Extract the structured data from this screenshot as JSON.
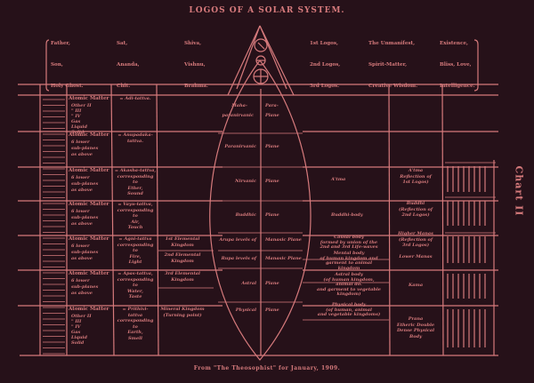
{
  "title": "LOGOS OF A SOLAR SYSTEM.",
  "chart_label": "Chart II",
  "footer": "From \"The Theosophist\" for January, 1909.",
  "trinity": {
    "christian": [
      "Father,",
      "Son,",
      "Holy Ghost."
    ],
    "vedanta": [
      "Sat,",
      "Ananda,",
      "Chit."
    ],
    "hindu": [
      "Shiva,",
      "Vishnu,",
      "Brahma."
    ],
    "logoi": [
      "1st Logos,",
      "2nd Logos,",
      "3rd Logos."
    ],
    "aspects": [
      "The Unmanifest,",
      "Spirit-Matter,",
      "Creative Wisdom."
    ],
    "qualities": [
      "Existence,",
      "Bliss, Love,",
      "Intelligence."
    ]
  },
  "rows": [
    {
      "matter": "Atomic Matter",
      "sub": [
        "Other II",
        "\" III",
        "\" IV",
        "Gas",
        "Liquid",
        "Solid"
      ],
      "tattva": [
        "= Adi-tattva."
      ],
      "kingdom": []
    },
    {
      "matter": "Atomic Matter",
      "sub": [
        "6 lower",
        "sub-planes",
        "as above"
      ],
      "tattva": [
        "= Anupadaka-",
        "tattva."
      ],
      "kingdom": []
    },
    {
      "matter": "Atomic Matter",
      "sub": [
        "6 lower",
        "sub-planes",
        "as above"
      ],
      "tattva": [
        "= Akasha-tattva,",
        "corresponding",
        "to",
        "Ether,",
        "Sound"
      ],
      "kingdom": []
    },
    {
      "matter": "Atomic Matter",
      "sub": [
        "6 lower",
        "sub-planes",
        "as above"
      ],
      "tattva": [
        "= Vayu-tattva,",
        "corresponding",
        "to",
        "Air,",
        "Touch"
      ],
      "kingdom": []
    },
    {
      "matter": "Atomic Matter",
      "sub": [
        "6 lower",
        "sub-planes",
        "as above"
      ],
      "tattva": [
        "= Agni-tattva",
        "corresponding",
        "to",
        "Fire,",
        "Light"
      ],
      "kingdom": [
        "1st Elemental",
        "Kingdom",
        "2nd Elemental",
        "Kingdom"
      ]
    },
    {
      "matter": "Atomic Matter",
      "sub": [
        "6 lower",
        "sub-planes",
        "as above"
      ],
      "tattva": [
        "= Apas-tattva,",
        "corresponding",
        "to",
        "Water,",
        "Taste"
      ],
      "kingdom": [
        "3rd Elemental",
        "Kingdom"
      ]
    },
    {
      "matter": "Atomic Matter",
      "sub": [
        "Other II",
        "\" III",
        "\" IV",
        "Gas",
        "Liquid",
        "Solid"
      ],
      "tattva": [
        "= Prithivi-",
        "tattva",
        "corresponding",
        "to",
        "Earth,",
        "Smell"
      ],
      "kingdom": [
        "Mineral Kingdom",
        "(Turning point)"
      ]
    }
  ],
  "planes": [
    [
      "Maha-",
      "paranirvanic",
      "Para-",
      "Plane"
    ],
    [
      "Paranirvanic",
      "Plane"
    ],
    [
      "Nirvanic",
      "Plane"
    ],
    [
      "Buddhic",
      "Plane"
    ],
    [
      "Arupa levels of",
      "Manasic Plane"
    ],
    [
      "Rupa levels of",
      "Manasic Plane"
    ],
    [
      "Astral",
      "Plane"
    ],
    [
      "Physical",
      "Plane"
    ]
  ],
  "bodies": [
    [
      "A'tma"
    ],
    [
      "Buddhi-body"
    ],
    [
      "Causal body",
      "formed by union of the",
      "2nd and 3rd Life-waves"
    ],
    [
      "Mental body",
      "of human kingdom and",
      "garment to animal",
      "kingdom"
    ],
    [
      "Astral body",
      "(of human kingdom,",
      "animal do.",
      "and garment to vegetable",
      "kingdom)"
    ],
    [
      "Physical body",
      "(of human, animal",
      "and vegetable kingdoms)"
    ]
  ],
  "principles": [
    [
      "A'tma",
      "Reflection of",
      "1st Logos)"
    ],
    [
      "Buddhi",
      "(Reflection of",
      "2nd Logos)"
    ],
    [
      "Higher Manas",
      "(Reflection of",
      "3rd Logos)"
    ],
    [
      "Lower Manas"
    ],
    [
      "Kama"
    ],
    [
      "Prana",
      "Etheric Double",
      "Dense Physical",
      "Body"
    ]
  ]
}
